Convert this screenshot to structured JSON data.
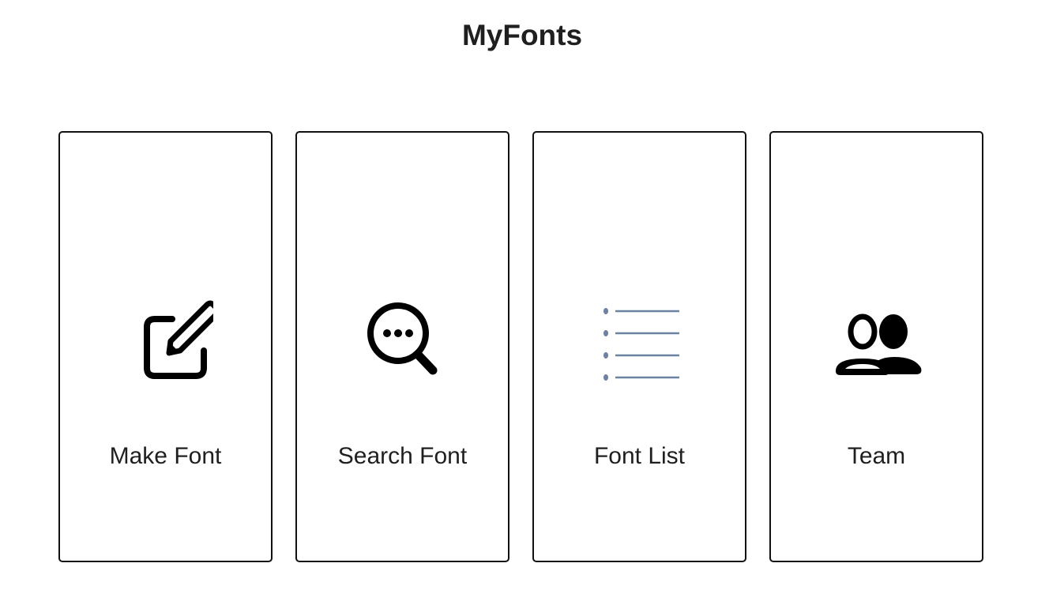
{
  "app": {
    "title": "MyFonts"
  },
  "cards": [
    {
      "label": "Make Font",
      "icon": "edit-icon"
    },
    {
      "label": "Search Font",
      "icon": "search-icon"
    },
    {
      "label": "Font List",
      "icon": "list-icon"
    },
    {
      "label": "Team",
      "icon": "team-icon"
    }
  ],
  "colors": {
    "border": "#111111",
    "text": "#1f1f1f",
    "list_icon": "#6b82a3",
    "background": "#ffffff"
  }
}
